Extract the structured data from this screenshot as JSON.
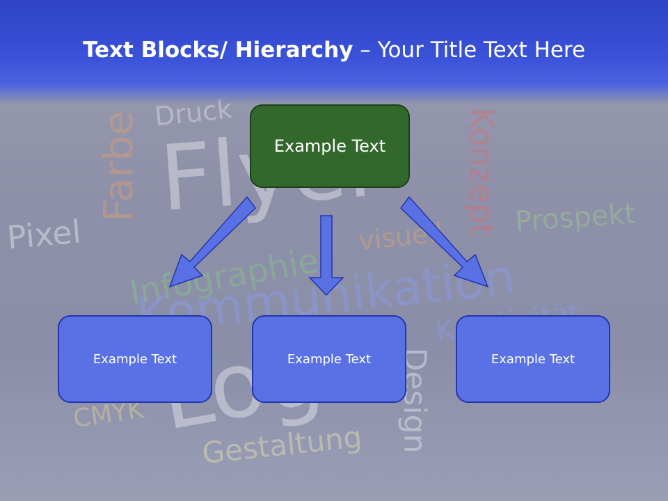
{
  "header": {
    "title_bold": "Text Blocks/ Hierarchy",
    "title_dash": " – ",
    "title_rest": "Your Title Text Here"
  },
  "background_words": {
    "w1": "Druck",
    "w2": "Farbe",
    "w3": "Flyer",
    "w4": "Konzept",
    "w5": "Prospekt",
    "w6": "Pixel",
    "w7": "visuell",
    "w8": "Infographie",
    "w9": "Kommunikation",
    "w10": "Kreativität",
    "w11": "Logo",
    "w12": "CMYK",
    "w13": "Design",
    "w14": "Gestaltung"
  },
  "diagram": {
    "top": {
      "label": "Example Text",
      "color": "#33682d"
    },
    "children": [
      {
        "label": "Example Text"
      },
      {
        "label": "Example Text"
      },
      {
        "label": "Example Text"
      }
    ],
    "child_color": "#5a71e6",
    "arrow_color": "#5a71e6"
  }
}
